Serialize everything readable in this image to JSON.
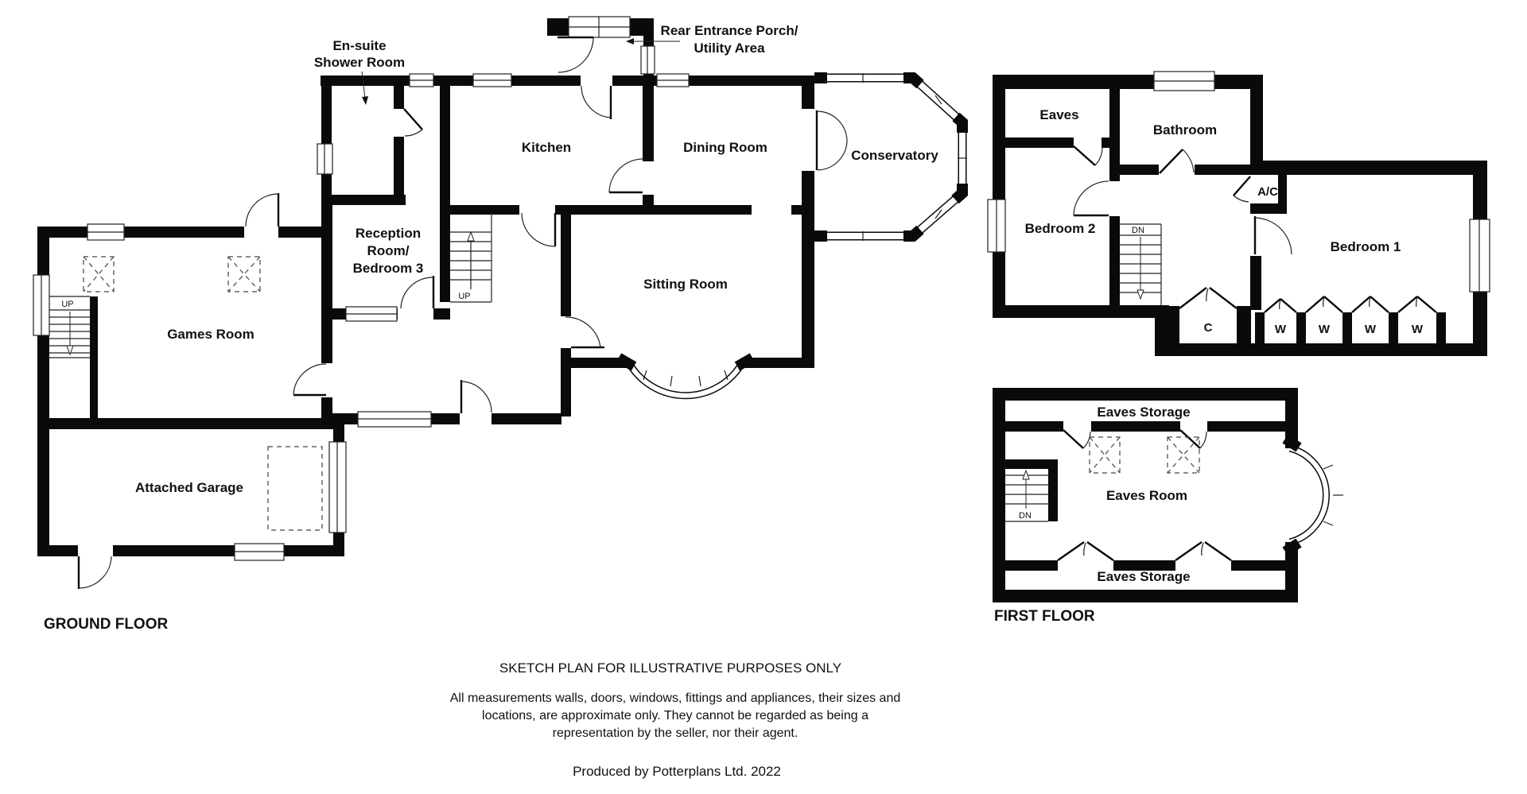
{
  "labels": {
    "ensuite_1": "En-suite",
    "ensuite_2": "Shower Room",
    "porch_1": "Rear Entrance Porch/",
    "porch_2": "Utility Area",
    "kitchen": "Kitchen",
    "dining": "Dining Room",
    "conservatory": "Conservatory",
    "reception_1": "Reception",
    "reception_2": "Room/",
    "reception_3": "Bedroom 3",
    "sitting": "Sitting Room",
    "games": "Games Room",
    "garage": "Attached Garage",
    "up": "UP",
    "dn": "DN",
    "ground_floor": "GROUND FLOOR",
    "first_floor": "FIRST FLOOR",
    "eaves": "Eaves",
    "bathroom": "Bathroom",
    "bedroom2": "Bedroom 2",
    "ac": "A/C",
    "bedroom1": "Bedroom 1",
    "closet": "C",
    "wardrobe": "W",
    "eaves_storage_top": "Eaves Storage",
    "eaves_room": "Eaves Room",
    "eaves_storage_bottom": "Eaves Storage"
  },
  "footer": {
    "title": "SKETCH PLAN FOR ILLUSTRATIVE PURPOSES ONLY",
    "disclaimer_1": "All measurements walls, doors, windows, fittings and appliances, their sizes and",
    "disclaimer_2": "locations, are approximate only. They cannot be regarded as being a",
    "disclaimer_3": "representation by the seller, nor their agent.",
    "producer": "Produced by Potterplans Ltd. 2022"
  }
}
